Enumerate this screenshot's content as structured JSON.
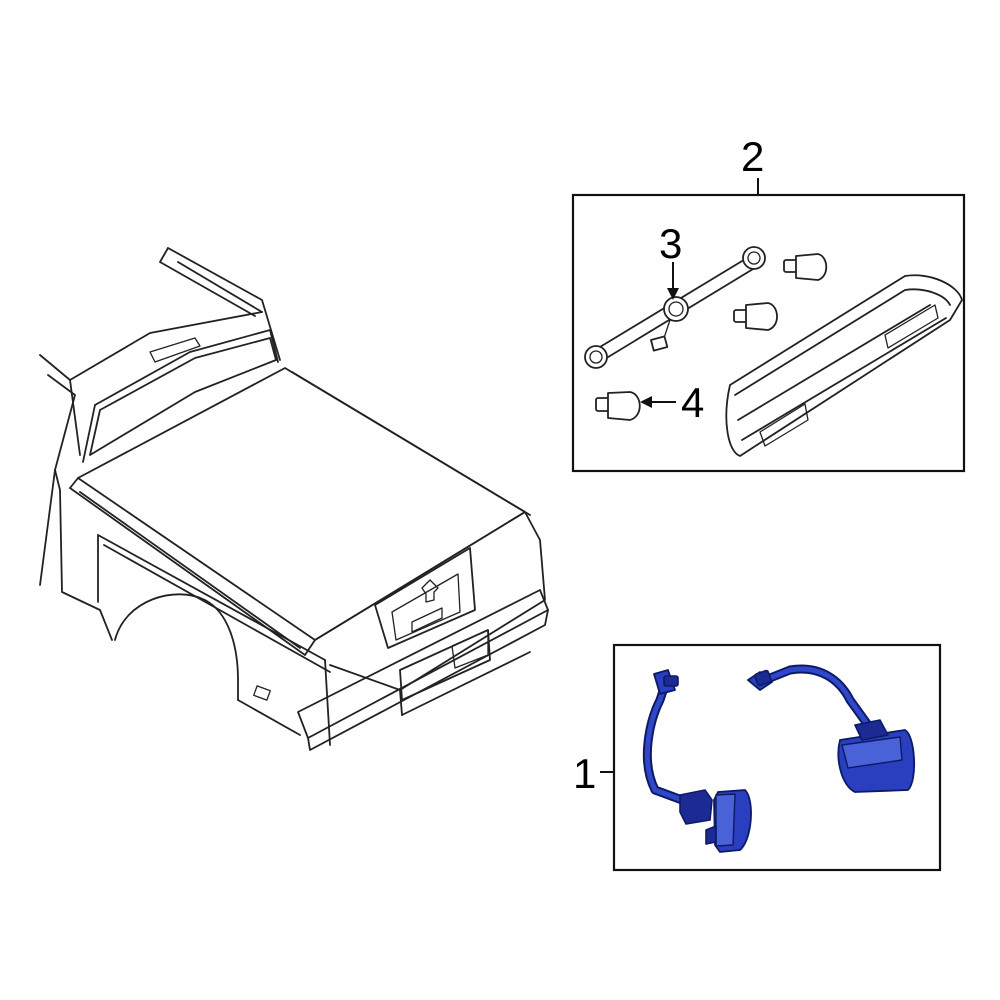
{
  "callouts": {
    "part_1": "1",
    "part_2": "2",
    "part_3": "3",
    "part_4": "4"
  },
  "colors": {
    "highlight_part": "#2a3fbf",
    "line_art": "#222222",
    "background": "#ffffff"
  }
}
